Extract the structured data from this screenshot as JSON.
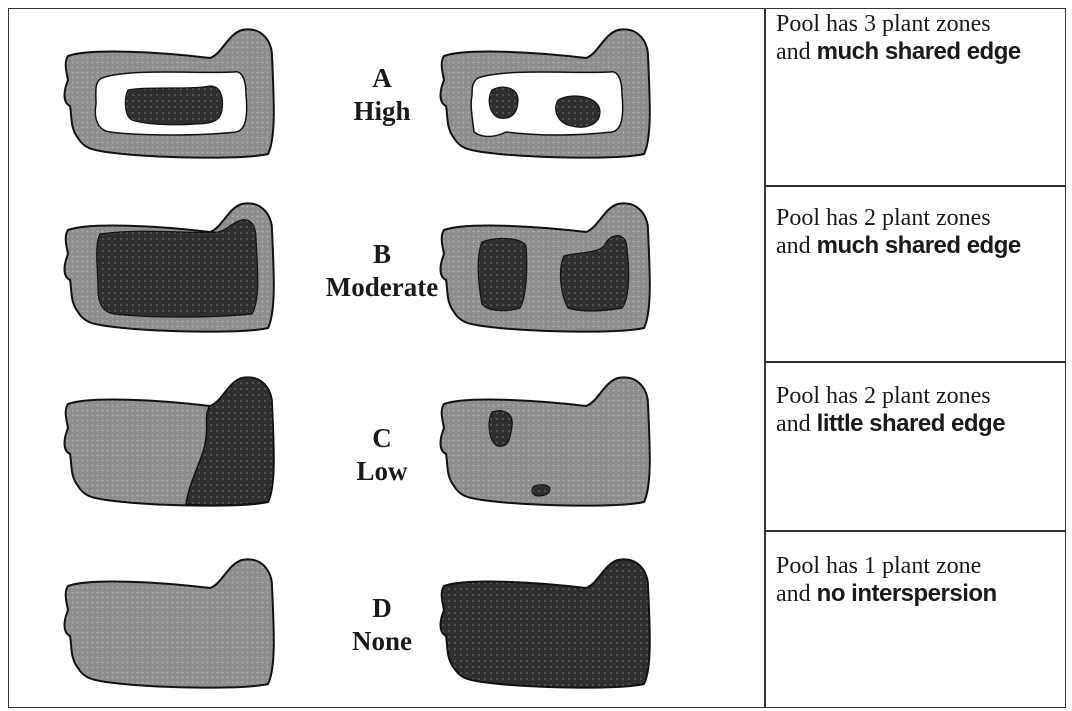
{
  "rows": [
    {
      "letter": "A",
      "level": "High",
      "desc_line1": "Pool has 3 plant zones",
      "desc_prefix": "and ",
      "desc_emphasis": "much shared edge"
    },
    {
      "letter": "B",
      "level": "Moderate",
      "desc_line1": "Pool has 2 plant zones",
      "desc_prefix": "and ",
      "desc_emphasis": "much shared edge"
    },
    {
      "letter": "C",
      "level": "Low",
      "desc_line1": "Pool has 2 plant zones",
      "desc_prefix": "and ",
      "desc_emphasis": "little shared edge"
    },
    {
      "letter": "D",
      "level": "None",
      "desc_line1": "Pool has 1 plant zone",
      "desc_prefix": "and ",
      "desc_emphasis": "no interspersion"
    }
  ],
  "colors": {
    "zone_light": "#8e8e8e",
    "zone_dark": "#2f2f2f",
    "open_water": "#ffffff",
    "outline": "#111111"
  }
}
